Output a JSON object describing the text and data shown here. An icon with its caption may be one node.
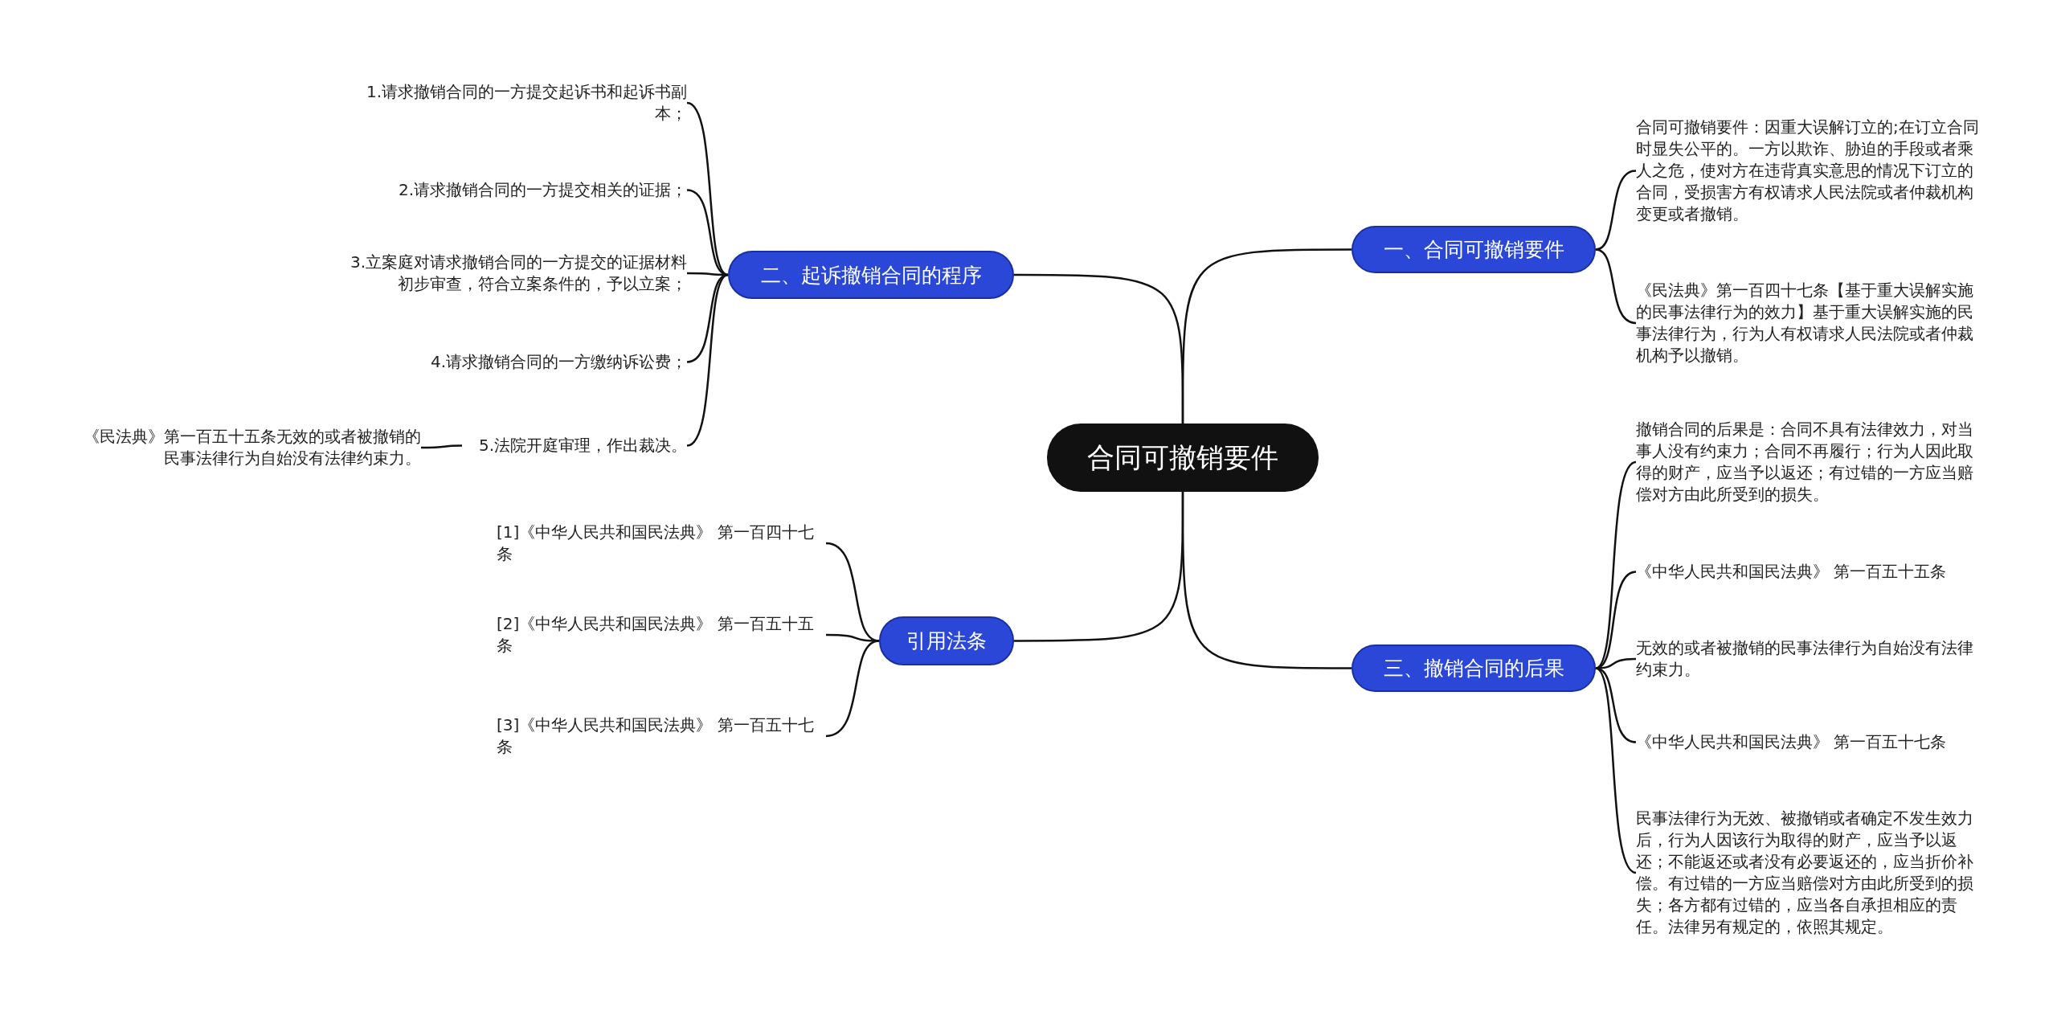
{
  "diagram": {
    "nodes": [
      {
        "text": [
          "合同可撤销要件"
        ]
      },
      {
        "text": [
          "一、合同可撤销要件"
        ]
      },
      {
        "text": [
          "合同可撤销要件：因重大误解订立的;在订立合同时显失公平的。一方以欺诈、胁迫的手段或者乘人之危，使对方在违背真实意思的情况下订立的合同，受损害方有权请求人民法院或者仲裁机构变更或者撤销。"
        ]
      },
      {
        "text": [
          "《民法典》第一百四十七条【基于重大误解实施的民事法律行为的效力】基于重大误解实施的民事法律行为，行为人有权请求人民法院或者仲裁机构予以撤销。"
        ]
      },
      {
        "text": [
          "三、撤销合同的后果"
        ]
      },
      {
        "text": [
          "撤销合同的后果是：合同不具有法律效力，对当事人没有约束力；合同不再履行；行为人因此取得的财产，应当予以返还；有过错的一方应当赔偿对方由此所受到的损失。"
        ]
      },
      {
        "text": [
          "《中华人民共和国民法典》 第一百五十五条"
        ]
      },
      {
        "text": [
          "无效的或者被撤销的民事法律行为自始没有法律约束力。"
        ]
      },
      {
        "text": [
          "《中华人民共和国民法典》 第一百五十七条"
        ]
      },
      {
        "text": [
          "民事法律行为无效、被撤销或者确定不发生效力后，行为人因该行为取得的财产，应当予以返还；不能返还或者没有必要返还的，应当折价补偿。有过错的一方应当赔偿对方由此所受到的损失；各方都有过错的，应当各自承担相应的责任。法律另有规定的，依照其规定。"
        ]
      },
      {
        "text": [
          "二、起诉撤销合同的程序"
        ]
      },
      {
        "text": [
          "1.请求撤销合同的一方提交起诉书和起诉书副本；"
        ]
      },
      {
        "text": [
          "2.请求撤销合同的一方提交相关的证据；"
        ]
      },
      {
        "text": [
          "3.立案庭对请求撤销合同的一方提交的证据材料初步审查，符合立案条件的，予以立案；"
        ]
      },
      {
        "text": [
          "4.请求撤销合同的一方缴纳诉讼费；"
        ]
      },
      {
        "text": [
          "5.法院开庭审理，作出裁决。"
        ]
      },
      {
        "text": [
          "《民法典》第一百五十五条无效的或者被撤销的民事法律行为自始没有法律约束力。"
        ]
      },
      {
        "text": [
          "引用法条"
        ]
      },
      {
        "text": [
          "[1]《中华人民共和国民法典》 第一百四十七条"
        ]
      },
      {
        "text": [
          "[2]《中华人民共和国民法典》 第一百五十五条"
        ]
      },
      {
        "text": [
          "[3]《中华人民共和国民法典》 第一百五十七条"
        ]
      }
    ],
    "edges": [
      {
        "from": 0,
        "to": 1,
        "arrow": "none"
      },
      {
        "from": 1,
        "to": 2,
        "arrow": "none"
      },
      {
        "from": 1,
        "to": 3,
        "arrow": "none"
      },
      {
        "from": 0,
        "to": 4,
        "arrow": "none"
      },
      {
        "from": 4,
        "to": 5,
        "arrow": "none"
      },
      {
        "from": 4,
        "to": 6,
        "arrow": "none"
      },
      {
        "from": 4,
        "to": 7,
        "arrow": "none"
      },
      {
        "from": 4,
        "to": 8,
        "arrow": "none"
      },
      {
        "from": 4,
        "to": 9,
        "arrow": "none"
      },
      {
        "from": 0,
        "to": 10,
        "arrow": "none"
      },
      {
        "from": 10,
        "to": 11,
        "arrow": "none"
      },
      {
        "from": 10,
        "to": 12,
        "arrow": "none"
      },
      {
        "from": 10,
        "to": 13,
        "arrow": "none"
      },
      {
        "from": 10,
        "to": 14,
        "arrow": "none"
      },
      {
        "from": 10,
        "to": 15,
        "arrow": "none"
      },
      {
        "from": 15,
        "to": 16,
        "arrow": "none"
      },
      {
        "from": 0,
        "to": 17,
        "arrow": "none"
      },
      {
        "from": 17,
        "to": 18,
        "arrow": "none"
      },
      {
        "from": 17,
        "to": 19,
        "arrow": "none"
      },
      {
        "from": 17,
        "to": 20,
        "arrow": "none"
      }
    ]
  }
}
